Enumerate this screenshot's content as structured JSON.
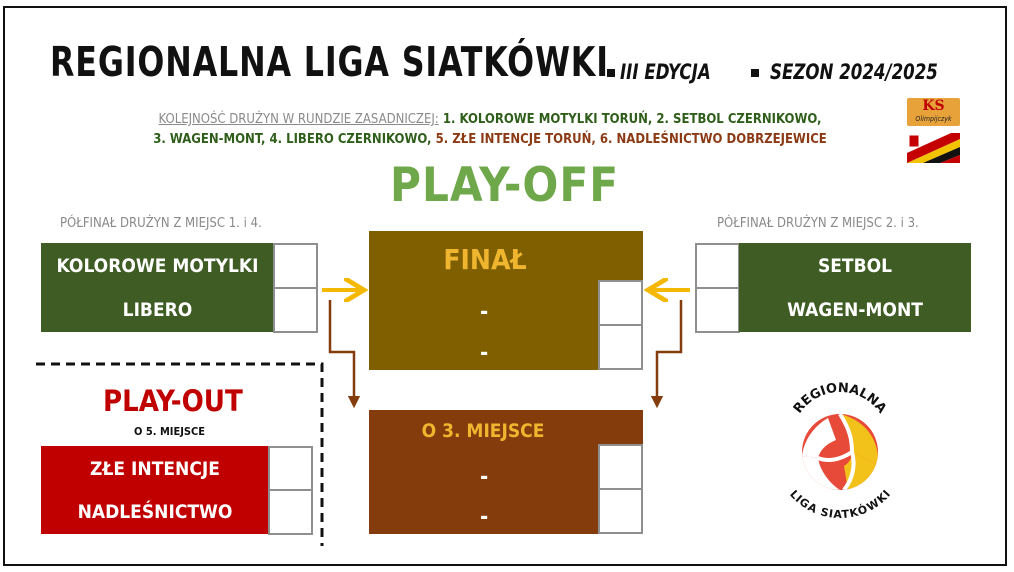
{
  "header": {
    "title": "REGIONALNA LIGA SIATKÓWKI",
    "edition": "III EDYCJA",
    "season": "SEZON 2024/2025"
  },
  "order": {
    "label": "KOLEJNOŚĆ DRUŻYN W RUNDZIE ZASADNICZEJ:",
    "part1": "1. KOLOROWE MOTYLKI TORUŃ, 2. SETBOL CZERNIKOWO,",
    "part2": "3. WAGEN-MONT, 4. LIBERO CZERNIKOWO,",
    "part3": "5. ZŁE INTENCJE TORUŃ, 6. NADLEŚNICTWO DOBRZEJEWICE"
  },
  "sponsors": {
    "ks_top": "KS",
    "ks_bottom": "Olimpijczyk"
  },
  "playoff": {
    "title": "PLAY-OFF",
    "semi_left_label": "PÓŁFINAŁ DRUŻYN Z MIEJSC 1. i 4.",
    "semi_right_label": "PÓŁFINAŁ DRUŻYN Z MIEJSC 2. i 3.",
    "left_team_1": "KOLOROWE MOTYLKI",
    "left_team_2": "LIBERO",
    "right_team_1": "SETBOL",
    "right_team_2": "WAGEN-MONT",
    "final_title": "FINAŁ",
    "final_team_1": "-",
    "final_team_2": "-",
    "third_title": "O 3. MIEJSCE",
    "third_team_1": "-",
    "third_team_2": "-"
  },
  "playout": {
    "title": "PLAY-OUT",
    "subtitle": "O 5. MIEJSCE",
    "team_1": "ZŁE INTENCJE",
    "team_2": "NADLEŚNICTWO"
  },
  "logo": {
    "top_text": "REGIONALNA",
    "bottom_text": "LIGA SIATKÓWKI"
  },
  "colors": {
    "team_green": "#3e5c23",
    "final_bg": "#7f5f00",
    "third_bg": "#843c0c",
    "playout_red": "#c00000",
    "playoff_green": "#6fa84a",
    "arrow_yellow": "#f5b800",
    "arrow_brown": "#843c0c"
  }
}
